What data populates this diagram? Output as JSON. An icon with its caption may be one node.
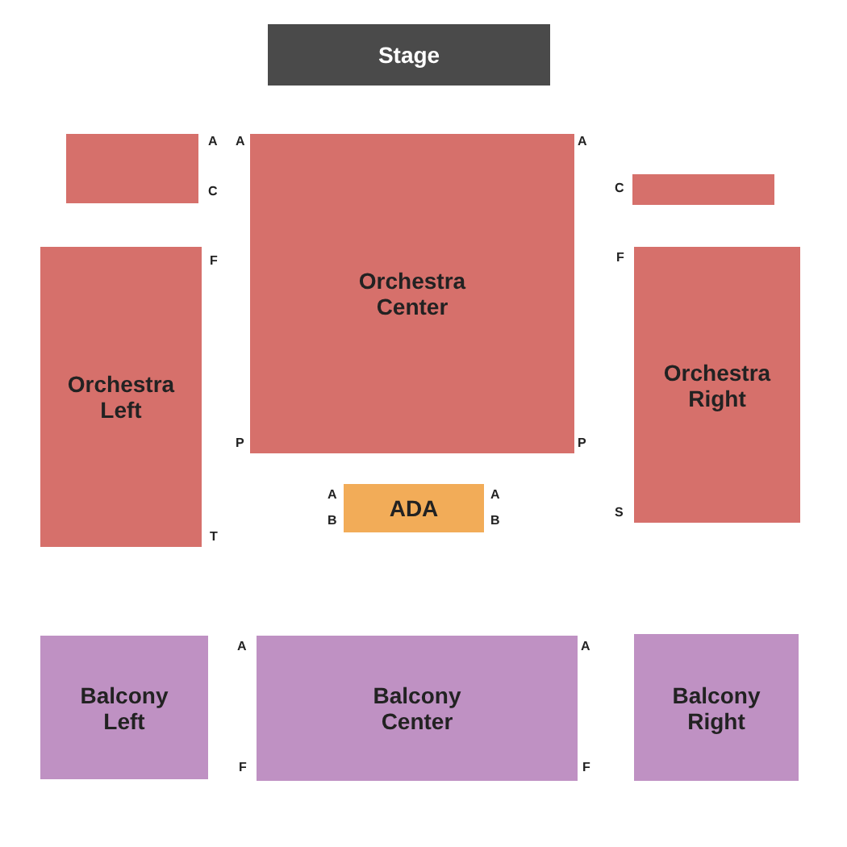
{
  "diagram": {
    "nodes": [
      {
        "text": [
          "Stage"
        ]
      },
      {
        "text": [],
        "shape": "box"
      },
      {
        "text": [
          "Orchestra Center"
        ]
      },
      {
        "text": [],
        "shape": "box"
      },
      {
        "text": [
          "Orchestra Left"
        ]
      },
      {
        "text": [
          "Orchestra Right"
        ]
      },
      {
        "text": [
          "ADA"
        ]
      },
      {
        "text": [
          "Balcony Left"
        ]
      },
      {
        "text": [
          "Balcony Center"
        ]
      },
      {
        "text": [
          "Balcony Right"
        ]
      }
    ],
    "edges": [],
    "labels": [
      "A",
      "A",
      "A",
      "C",
      "C",
      "F",
      "F",
      "P",
      "P",
      "A",
      "A",
      "S",
      "B",
      "B",
      "T",
      "A",
      "A",
      "F",
      "F"
    ]
  }
}
